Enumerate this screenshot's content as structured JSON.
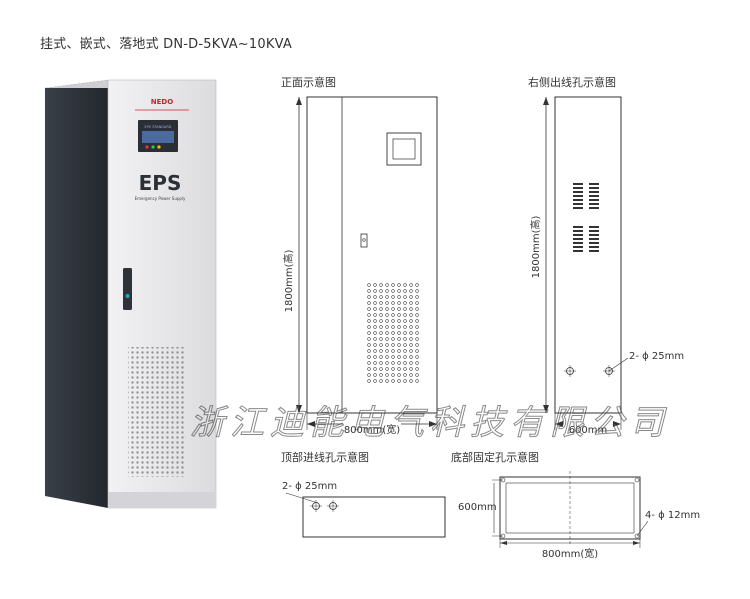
{
  "title": "挂式、嵌式、落地式 DN-D-5KVA~10KVA",
  "product": {
    "brand": "NEDO",
    "display_text": "EPS STANDARD",
    "label_main": "EPS",
    "label_sub": "Emergency Power Supply",
    "panel_color": "#e8e8ea",
    "side_color": "#2c3138",
    "accent_color": "#c0262e"
  },
  "front_view": {
    "title": "正面示意图",
    "height_label": "1800mm(高)",
    "width_label": "800mm(宽)"
  },
  "side_view": {
    "title": "右侧出线孔示意图",
    "height_label": "1800mm(高)",
    "width_label": "600mm",
    "hole_label": "2- ϕ 25mm"
  },
  "top_view": {
    "title": "顶部进线孔示意图",
    "hole_label": "2- ϕ 25mm"
  },
  "bottom_view": {
    "title": "底部固定孔示意图",
    "depth_label": "600mm",
    "width_label": "800mm(宽)",
    "hole_label": "4- ϕ 12mm"
  },
  "watermark": "浙江迪能电气科技有限公司"
}
